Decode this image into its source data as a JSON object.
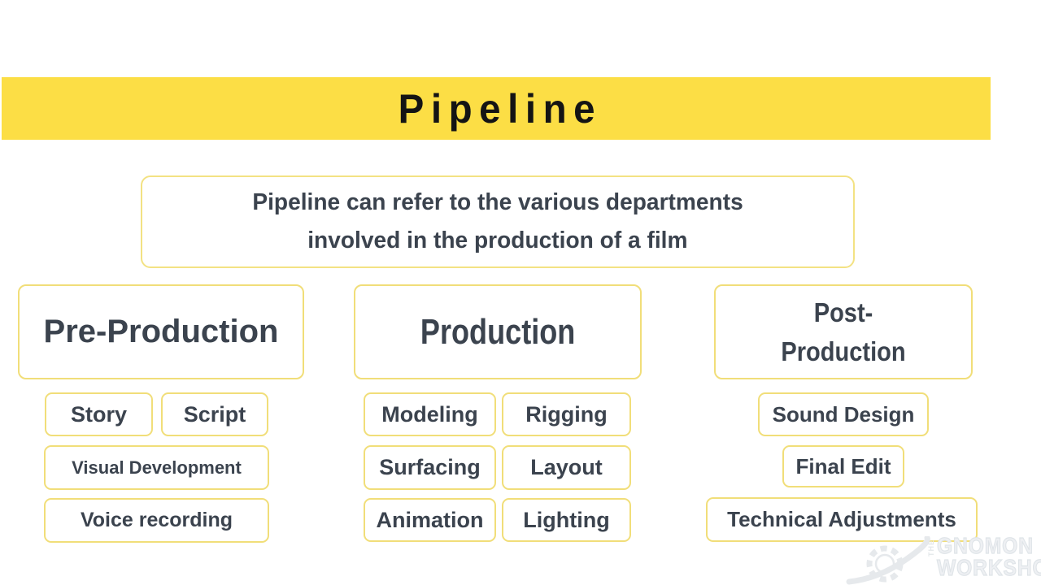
{
  "slide": {
    "title": "Pipeline",
    "description_line1": "Pipeline can refer to the various departments",
    "description_line2": "involved in the production of a film"
  },
  "columns": [
    {
      "header": "Pre-Production",
      "items": [
        "Story",
        "Script",
        "Visual Development",
        "Voice recording"
      ]
    },
    {
      "header": "Production",
      "items": [
        "Modeling",
        "Rigging",
        "Surfacing",
        "Layout",
        "Animation",
        "Lighting"
      ]
    },
    {
      "header": "Post-Production",
      "items": [
        "Sound Design",
        "Final Edit",
        "Technical Adjustments"
      ]
    }
  ],
  "watermark": {
    "the": "THE",
    "line1": "GNOMON",
    "line2": "WORKSHOP"
  },
  "colors": {
    "banner_yellow": "#fcde45",
    "box_border_yellow": "#f1de79",
    "text_dark": "#3b434e",
    "title_black": "#141414",
    "watermark_gray": "#e3e7ea"
  }
}
